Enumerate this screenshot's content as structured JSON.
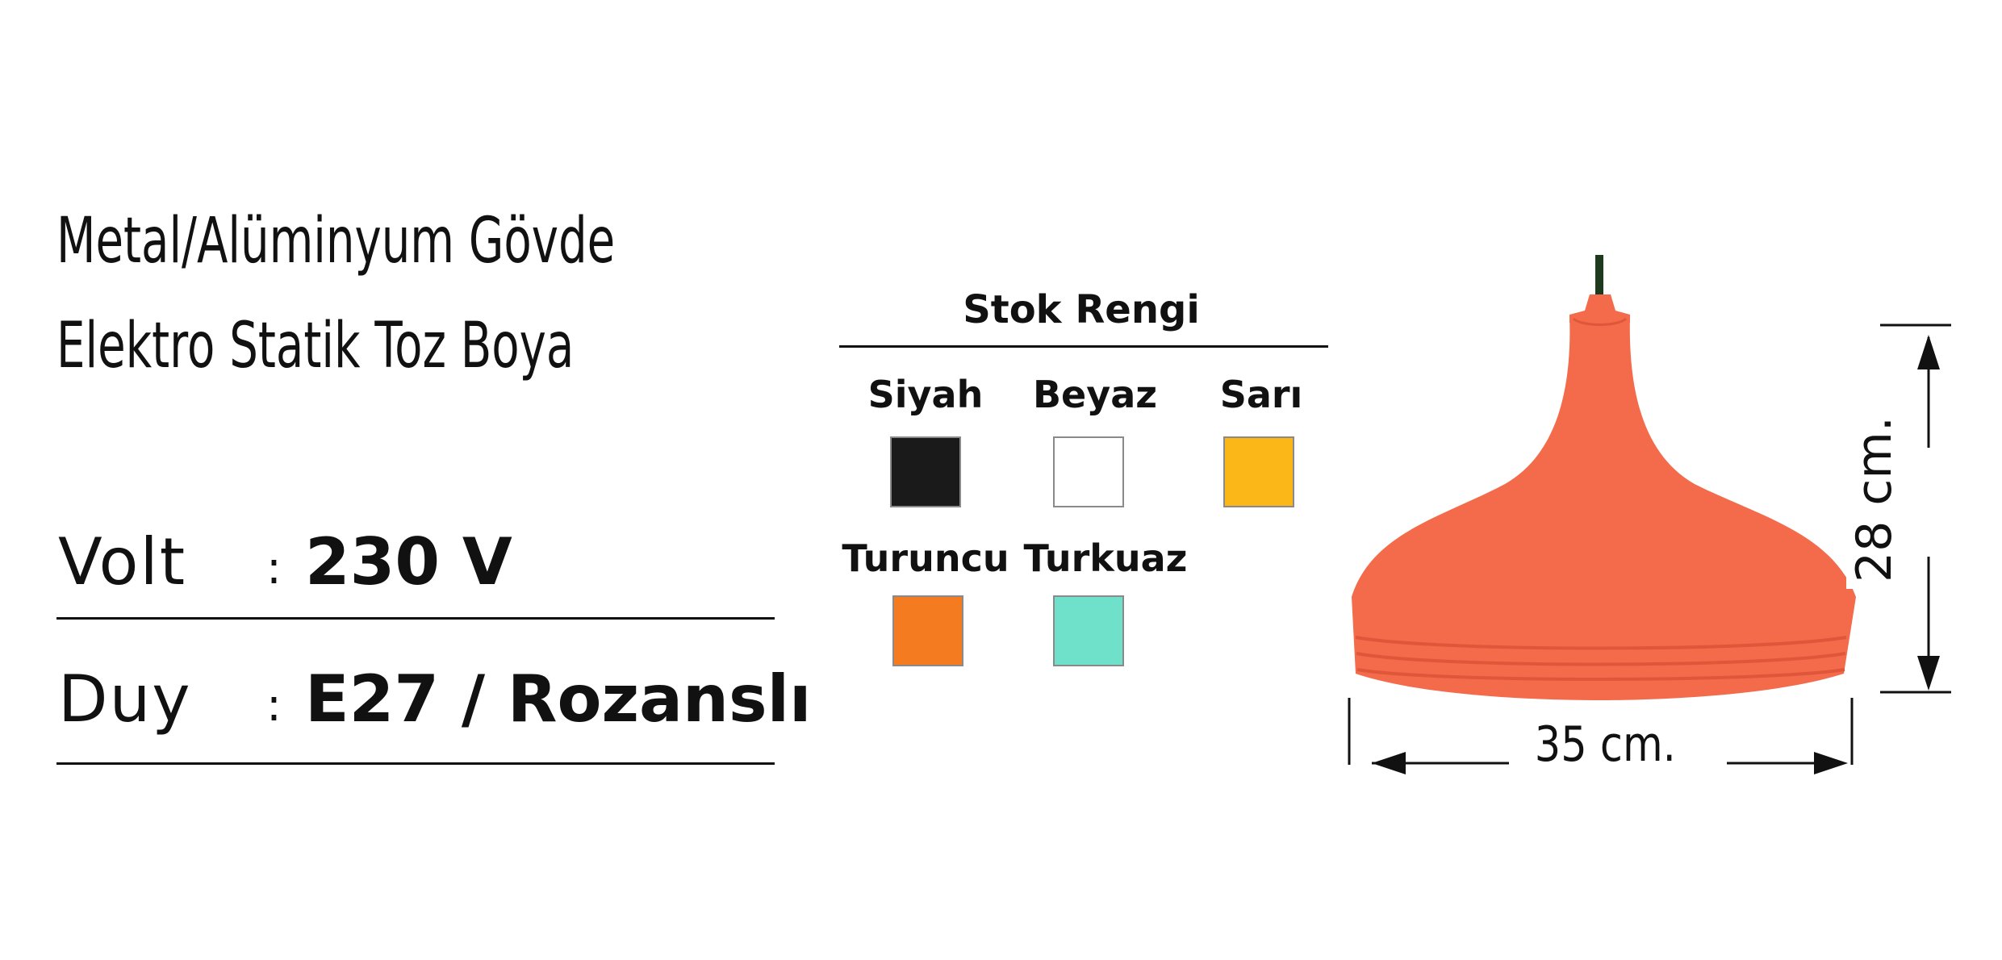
{
  "description": {
    "line1": "Metal/Alüminyum Gövde",
    "line2": "Elektro Statik Toz Boya"
  },
  "specs": [
    {
      "label": "Volt",
      "colon": ":",
      "value": "230 V"
    },
    {
      "label": "Duy",
      "colon": ":",
      "value": "E27 / Rozanslı"
    }
  ],
  "stock_colors": {
    "title": "Stok Rengi",
    "items": [
      {
        "name": "Siyah",
        "color": "#1a1a1a"
      },
      {
        "name": "Beyaz",
        "color": "#ffffff"
      },
      {
        "name": "Sarı",
        "color": "#fbb718"
      },
      {
        "name": "Turuncu",
        "color": "#f47b20"
      },
      {
        "name": "Turkuaz",
        "color": "#6fe0c9"
      }
    ]
  },
  "product": {
    "image": "orange-pendant-lamp",
    "lamp_color": "#f36b4b",
    "cord_color": "#1e3a1e"
  },
  "dimensions": {
    "width": "35 cm.",
    "height": "28 cm."
  }
}
